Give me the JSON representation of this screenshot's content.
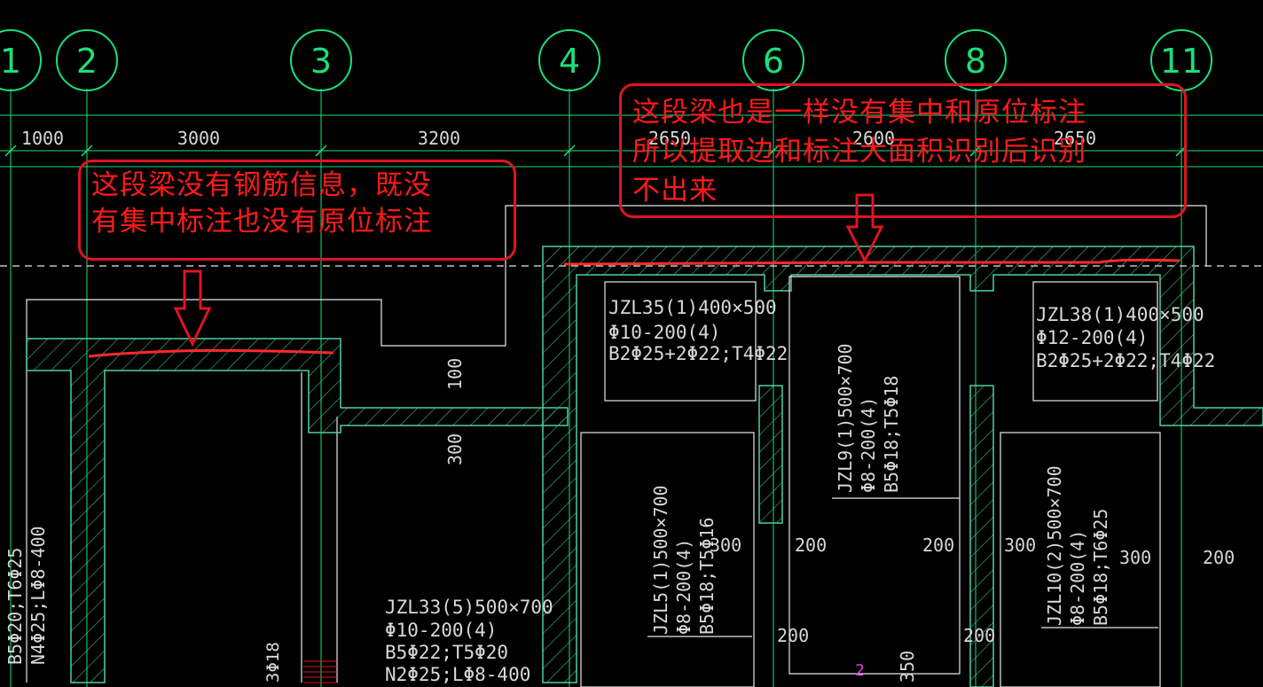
{
  "axes": [
    "1",
    "2",
    "3",
    "4",
    "6",
    "8",
    "11"
  ],
  "dimensions": {
    "top": [
      "1000",
      "3000",
      "3200",
      "2650",
      "2600",
      "2650"
    ],
    "misc": [
      "100",
      "300",
      "300",
      "200",
      "200",
      "300",
      "300",
      "200",
      "200",
      "200",
      "350",
      "2"
    ]
  },
  "beams": {
    "jzl35": [
      "JZL35(1)400×500",
      "Φ10-200(4)",
      "B2Φ25+2Φ22;T4Φ22"
    ],
    "jzl38": [
      "JZL38(1)400×500",
      "Φ12-200(4)",
      "B2Φ25+2Φ22;T4Φ22"
    ],
    "jzl9": [
      "JZL9(1)500×700",
      "Φ8-200(4)",
      "B5Φ18;T5Φ18"
    ],
    "jzl5": [
      "JZL5(1)500×700",
      "Φ8-200(4)",
      "B5Φ18;T5Φ16"
    ],
    "jzl10": [
      "JZL10(2)500×700",
      "Φ8-200(4)",
      "B5Φ18;T6Φ25"
    ],
    "jzl33": [
      "JZL33(5)500×700",
      "Φ10-200(4)",
      "B5Φ22;T5Φ20",
      "N2Φ25;LΦ8-400"
    ],
    "left": [
      "B5Φ20;T6Φ25",
      "N4Φ25;LΦ8-400"
    ],
    "small": "3Φ18"
  },
  "callouts": {
    "left": [
      "这段梁没有钢筋信息，既没",
      "有集中标注也没有原位标注"
    ],
    "right": [
      "这段梁也是一样没有集中和原位标注",
      "所以提取边和标注大面积识别后识别",
      "不出来"
    ]
  },
  "colors": {
    "grid": "#19e07a",
    "wall": "#4fd0a0",
    "hatch": "#3fbf80",
    "annotation": "#e0141e",
    "beam_line": "#ff2a2a",
    "text": "#d8d8d8"
  }
}
